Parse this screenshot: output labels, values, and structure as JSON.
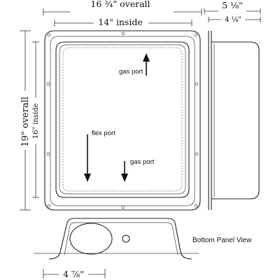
{
  "dimensions": {
    "overall_width": "16 ¾\" overall",
    "inside_width": "14\" inside",
    "overall_height": "19\" overall",
    "inside_height": "16\" inside",
    "side_depth_overall": "5 ⅛\"",
    "side_depth_inside": "4 ¼\"",
    "bottom_width": "4 ⅞\""
  },
  "callouts": {
    "gas_port_top": "gas port",
    "flex_port": "flex port",
    "gas_port_bottom": "gas port"
  },
  "views": {
    "bottom_panel": "Bottom Panel View"
  }
}
